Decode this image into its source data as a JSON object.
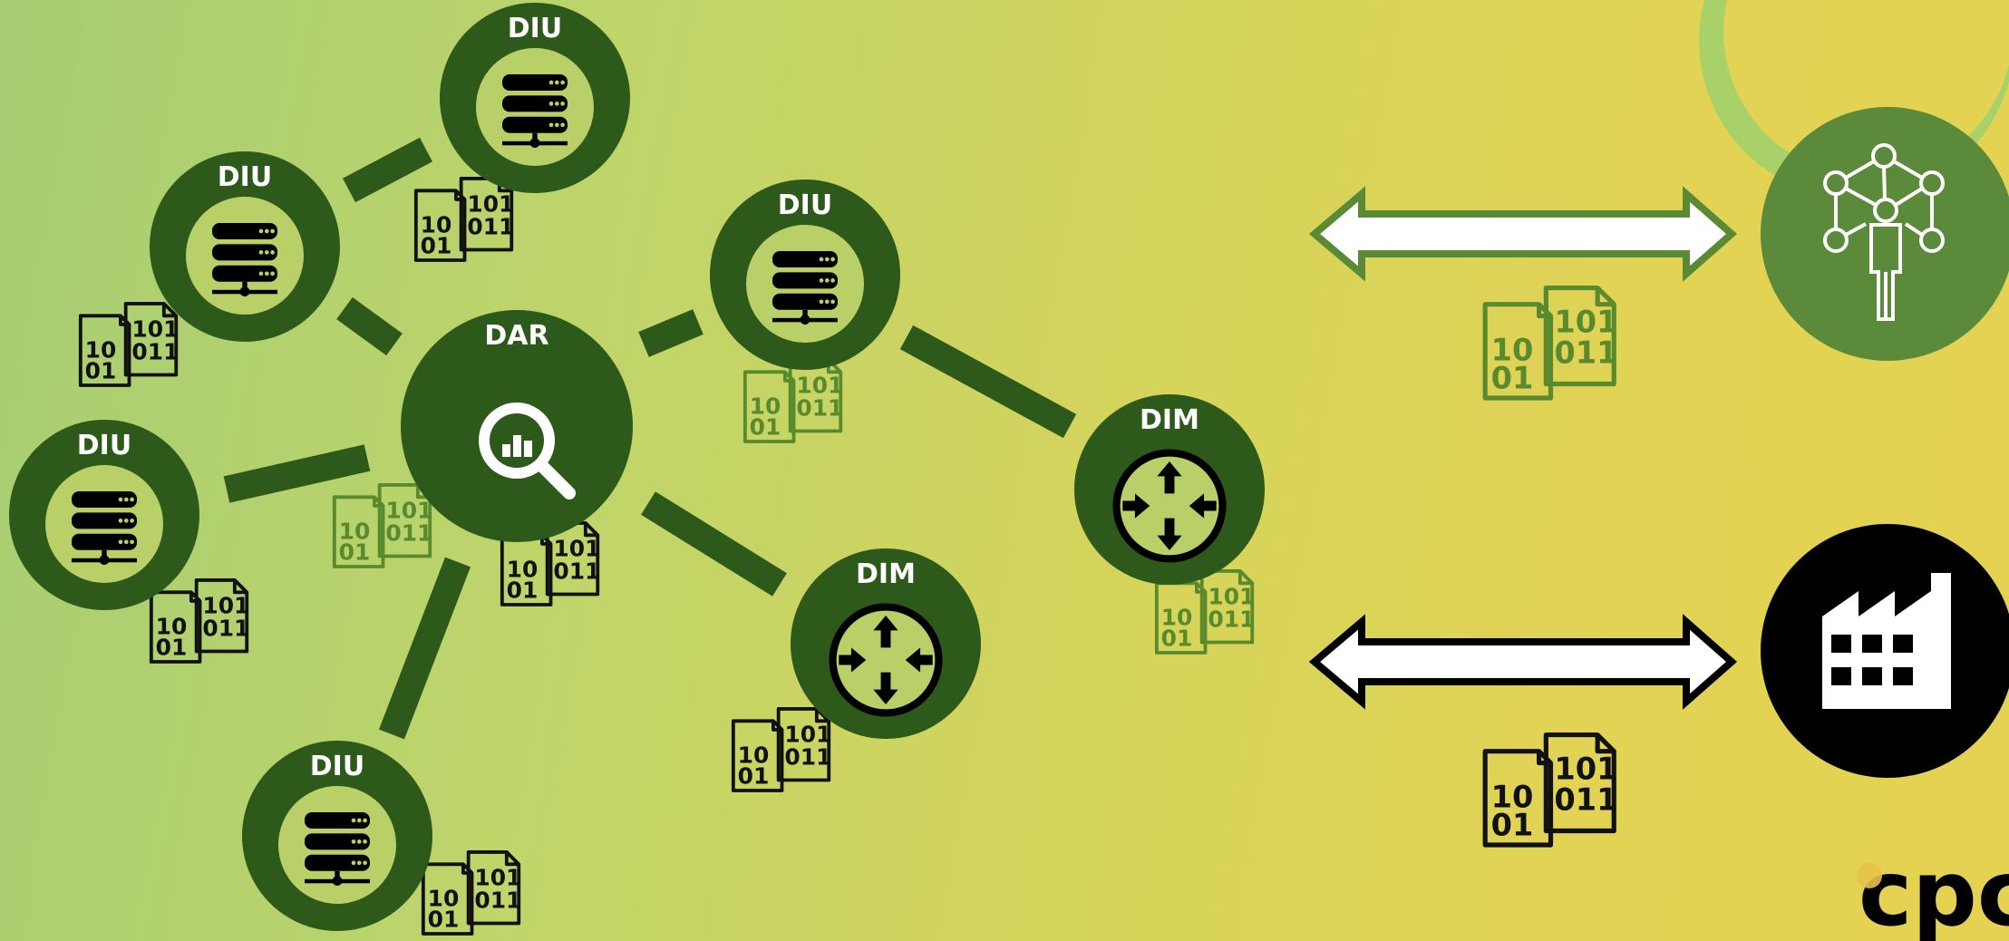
{
  "colors": {
    "node_dark": "#2d5a1a",
    "node_inner": "#b9d068",
    "link": "#2d5a1a",
    "arrow_green": "#5a8a36",
    "circle_green": "#5b8a3a",
    "circle_black": "#000000",
    "doc_black": "#111111",
    "doc_green": "#5a8a2e"
  },
  "icons": {
    "diu": "server-icon",
    "dar": "analytics-magnifier-icon",
    "dim": "router-icon",
    "datasheet": "binary-document-icon",
    "network_person": "network-person-icon",
    "factory": "factory-icon",
    "logo": "cpc-logo"
  },
  "doc_text": {
    "back_line1": "10",
    "back_line2": "01",
    "front_line1": "101",
    "front_line2": "011"
  },
  "nodes": [
    {
      "id": "diu-top",
      "type": "diu",
      "label": "DIU"
    },
    {
      "id": "diu-upper-left",
      "type": "diu",
      "label": "DIU"
    },
    {
      "id": "diu-center",
      "type": "diu",
      "label": "DIU"
    },
    {
      "id": "diu-left",
      "type": "diu",
      "label": "DIU"
    },
    {
      "id": "diu-bottom",
      "type": "diu",
      "label": "DIU"
    },
    {
      "id": "dar",
      "type": "dar",
      "label": "DAR"
    },
    {
      "id": "dim-center",
      "type": "dim",
      "label": "DIM"
    },
    {
      "id": "dim-right",
      "type": "dim",
      "label": "DIM"
    }
  ],
  "logo": {
    "text": "cpc"
  }
}
